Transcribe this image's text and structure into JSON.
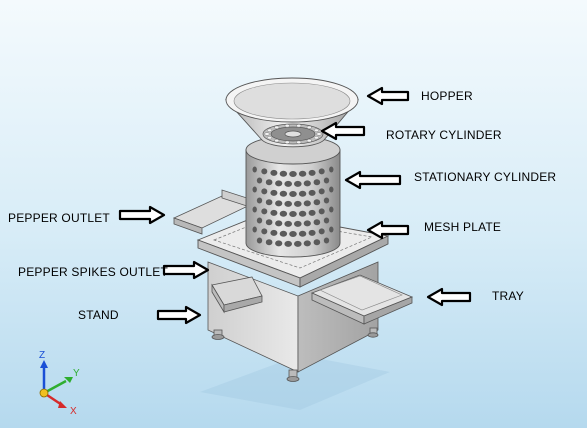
{
  "labels": {
    "hopper": "HOPPER",
    "rotary_cylinder": "ROTARY CYLINDER",
    "stationary_cylinder": "STATIONARY CYLINDER",
    "mesh_plate": "MESH PLATE",
    "pepper_outlet": "PEPPER OUTLET",
    "pepper_spikes_outlet": "PEPPER SPIKES OUTLET",
    "tray": "TRAY",
    "stand": "STAND"
  },
  "triad": {
    "z": "Z",
    "y": "Y",
    "x": "X"
  },
  "colors": {
    "metal_light": "#e8e8e8",
    "metal_mid": "#c9c9c9",
    "metal_dark": "#8f8f8f",
    "triad_z": "#1a4fd6",
    "triad_y": "#2fae2f",
    "triad_x": "#d62a2a",
    "triad_origin": "#f0c020"
  }
}
